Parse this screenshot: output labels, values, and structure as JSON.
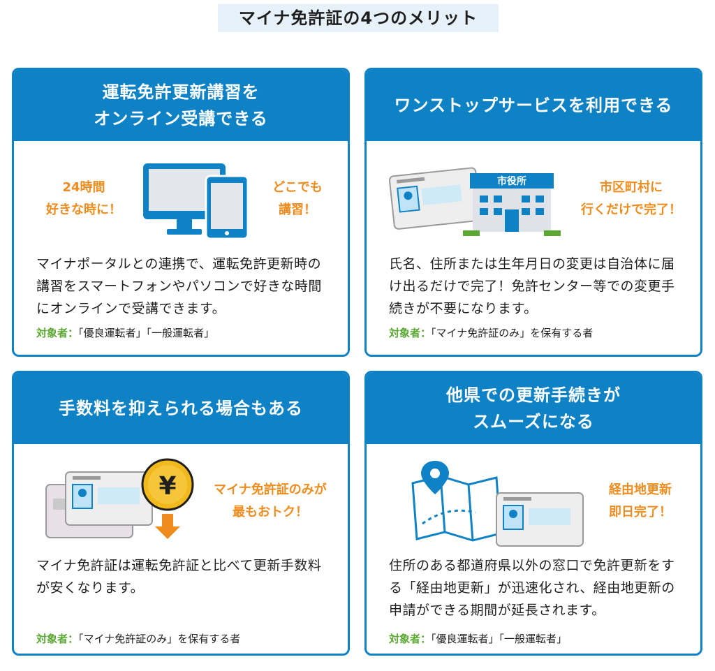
{
  "title": "マイナ免許証の4つのメリット",
  "cards": [
    {
      "heading": "運転免許更新講習を\nオンライン受講できる",
      "callout_left": "24時間\n好きな時に！",
      "callout_right": "どこでも\n講習！",
      "description": "マイナポータルとの連携で、運転免許更新時の講習をスマートフォンやパソコンで好きな時間にオンラインで受講できます。",
      "target_label": "対象者：",
      "target_value": "「優良運転者」「一般運転者」"
    },
    {
      "heading": "ワンストップサービスを利用できる",
      "building_sign": "市役所",
      "callout_right": "市区町村に\n行くだけで完了！",
      "description": "氏名、住所または生年月日の変更は自治体に届け出るだけで完了！免許センター等での変更手続きが不要になります。",
      "target_label": "対象者：",
      "target_value": "「マイナ免許証のみ」を保有する者"
    },
    {
      "heading": "手数料を抑えられる場合もある",
      "coin_symbol": "¥",
      "callout_right": "マイナ免許証のみが\n最もおトク！",
      "description": "マイナ免許証は運転免許証と比べて更新手数料が安くなります。",
      "target_label": "対象者：",
      "target_value": "「マイナ免許証のみ」を保有する者"
    },
    {
      "heading": "他県での更新手続きが\nスムーズになる",
      "callout_right": "経由地更新\n即日完了！",
      "description": "住所のある都道府県以外の窓口で免許更新をする「経由地更新」が迅速化され、経由地更新の申請ができる期間が延長されます。",
      "target_label": "対象者：",
      "target_value": "「優良運転者」「一般運転者」"
    }
  ],
  "colors": {
    "accent": "#0f82c6",
    "callout": "#ef8c1e",
    "target_label": "#5aa832",
    "title_bg": "#e6f1fa"
  }
}
